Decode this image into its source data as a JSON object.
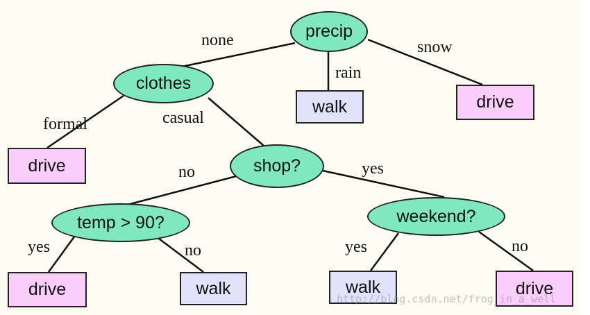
{
  "nodes": {
    "precip": "precip",
    "clothes": "clothes",
    "shop": "shop?",
    "temp": "temp > 90?",
    "weekend": "weekend?",
    "leaf_rain_walk": "walk",
    "leaf_snow_drive": "drive",
    "leaf_formal_drive": "drive",
    "leaf_temp_yes_drive": "drive",
    "leaf_temp_no_walk": "walk",
    "leaf_weekend_yes_walk": "walk",
    "leaf_weekend_no_drive": "drive"
  },
  "edges": {
    "none": "none",
    "rain": "rain",
    "snow": "snow",
    "formal": "formal",
    "casual": "casual",
    "shop_no": "no",
    "shop_yes": "yes",
    "temp_yes": "yes",
    "temp_no": "no",
    "weekend_yes": "yes",
    "weekend_no": "no"
  },
  "watermark": "http://blog.csdn.net/frog_in_a_well",
  "colors": {
    "decision_fill": "#7fe8be",
    "walk_fill": "#e2e2fc",
    "drive_fill": "#fbcdfb",
    "background": "#fdfdf3"
  }
}
